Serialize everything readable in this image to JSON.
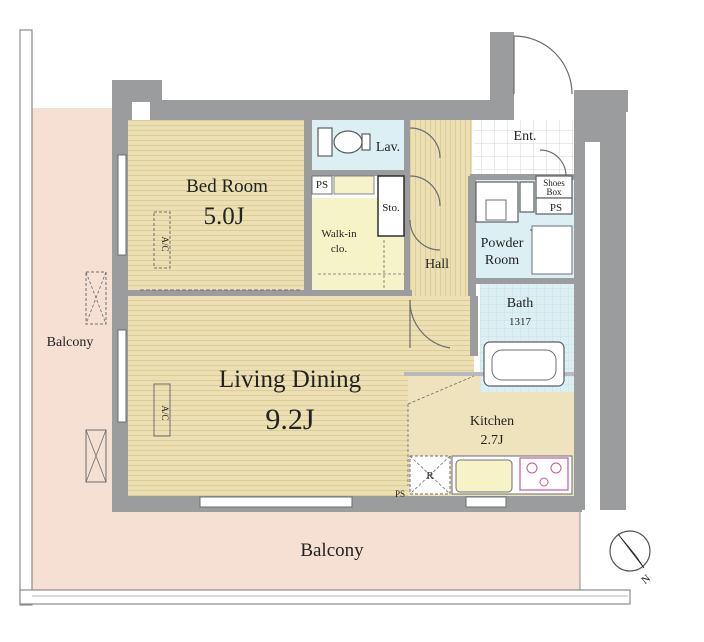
{
  "plan": {
    "rooms": {
      "bed_room": {
        "name": "Bed Room",
        "area": "5.0J"
      },
      "living_dining": {
        "name": "Living Dining",
        "area": "9.2J"
      },
      "kitchen": {
        "name": "Kitchen",
        "area": "2.7J"
      },
      "lav": "Lav.",
      "walk_in_line1": "Walk-in",
      "walk_in_line2": "clo.",
      "sto": "Sto.",
      "hall": "Hall",
      "ent": "Ent.",
      "powder_line1": "Powder",
      "powder_line2": "Room",
      "bath": "Bath",
      "bath_code": "1317",
      "shoes_line1": "Shoes",
      "shoes_line2": "Box"
    },
    "balcony_left": "Balcony",
    "balcony_bottom": "Balcony",
    "ps_labels": [
      "PS",
      "PS",
      "PS"
    ],
    "ac_labels": [
      "A/C",
      "A/C"
    ],
    "fridge_label": "R",
    "compass_label": "N",
    "colors": {
      "wall": "#9a9c9e",
      "wood_floor": "#ecdfb4",
      "wood_stripe": "#d9c98f",
      "balcony": "#f6e0d4",
      "tile_light": "#ffffff",
      "tile_line": "#d8d8d8",
      "bath_floor": "#d9eef2",
      "closet_floor": "#f7f3c9",
      "kitchen_floor": "#efe3bd"
    }
  }
}
